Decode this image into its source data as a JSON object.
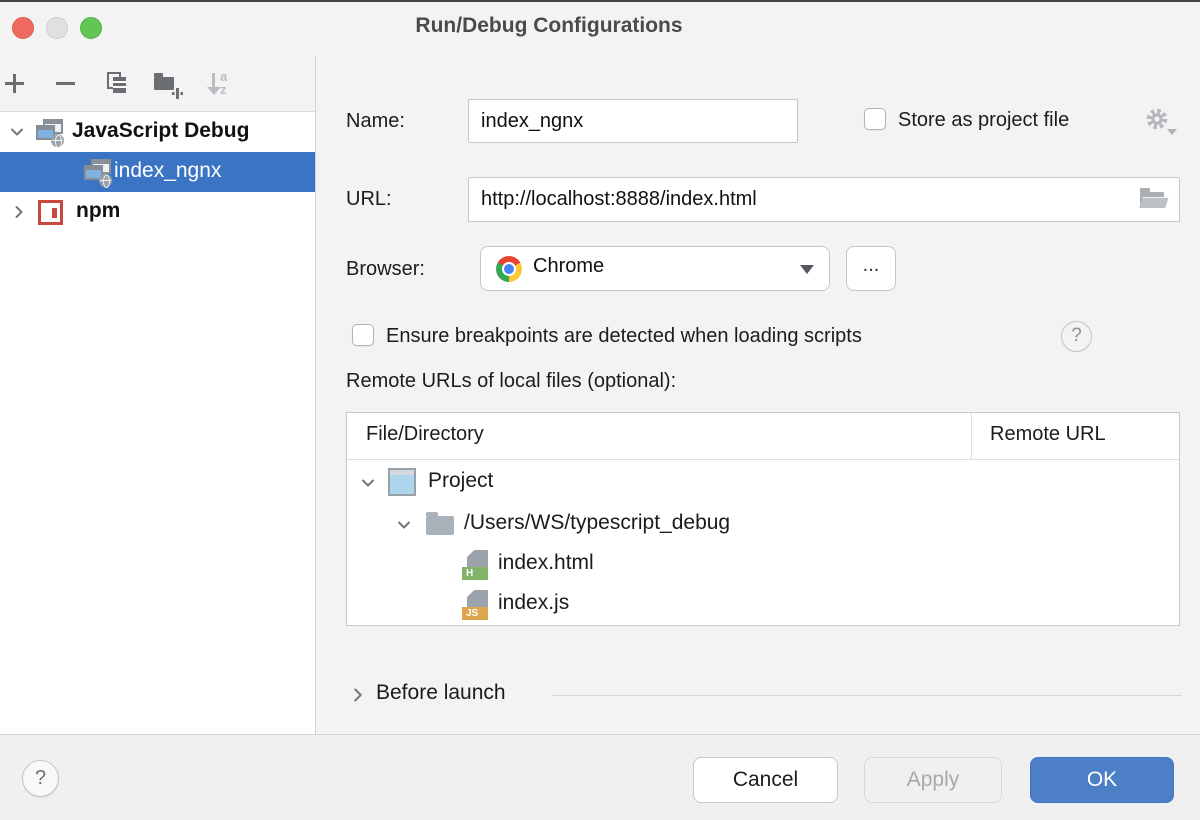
{
  "window": {
    "title": "Run/Debug Configurations"
  },
  "sidebar": {
    "toolbar_icons": [
      "add",
      "remove",
      "copy",
      "new-folder",
      "sort-alphabetically"
    ],
    "sort_badge_a": "a",
    "sort_badge_z": "z",
    "items": [
      {
        "label": "JavaScript Debug",
        "type": "group",
        "expanded": true
      },
      {
        "label": "index_ngnx",
        "type": "configuration",
        "selected": true
      },
      {
        "label": "npm",
        "type": "group",
        "expanded": false
      }
    ]
  },
  "form": {
    "name": {
      "label": "Name:",
      "value": "index_ngnx"
    },
    "store": {
      "label": "Store as project file",
      "checked": false
    },
    "url": {
      "label": "URL:",
      "value": "http://localhost:8888/index.html"
    },
    "browser": {
      "label": "Browser:",
      "value": "Chrome",
      "more": "..."
    },
    "breakpoints": {
      "label": "Ensure breakpoints are detected when loading scripts",
      "checked": false,
      "help": "?"
    },
    "remote_urls_label": "Remote URLs of local files (optional):",
    "table": {
      "columns": [
        "File/Directory",
        "Remote URL"
      ],
      "rows": [
        {
          "label": "Project",
          "icon": "project",
          "level": 0,
          "expanded": true
        },
        {
          "label": "/Users/WS/typescript_debug",
          "icon": "folder",
          "level": 1,
          "expanded": true
        },
        {
          "label": "index.html",
          "icon": "html-file",
          "level": 2,
          "badge": "H"
        },
        {
          "label": "index.js",
          "icon": "js-file",
          "level": 2,
          "badge": "JS"
        }
      ]
    },
    "before_launch": {
      "label": "Before launch"
    }
  },
  "footer": {
    "help": "?",
    "cancel": "Cancel",
    "apply": "Apply",
    "ok": "OK"
  },
  "colors": {
    "selection_blue": "#3c74c4",
    "ok_blue": "#4c7fc5",
    "npm_red": "#c8483e",
    "html_green": "#83b368",
    "js_amber": "#dca64e"
  }
}
